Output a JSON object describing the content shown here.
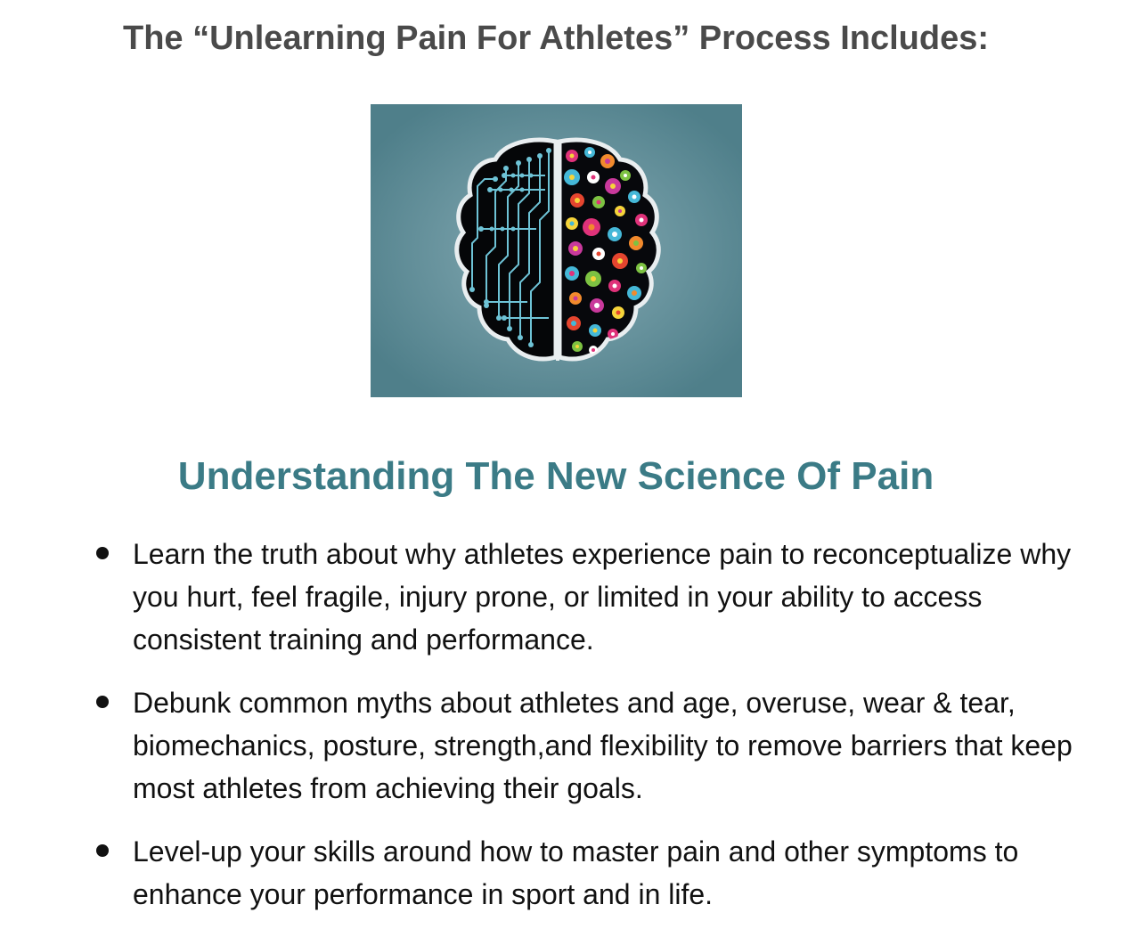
{
  "page": {
    "title": "The “Unlearning Pain For Athletes” Process Includes:"
  },
  "image": {
    "icon": "brain-circuit-flowers-illustration",
    "background_color": "#5b8994",
    "circuit_color": "#6ec3d6",
    "flower_colors": [
      "#e0327a",
      "#f28a2d",
      "#f6d43a",
      "#45b8d8",
      "#7dc242",
      "#c9399c",
      "#e5452f",
      "#ffffff"
    ]
  },
  "section": {
    "heading": "Understanding The New Science Of Pain",
    "heading_color": "#3b7b86",
    "bullets": [
      "Learn the truth about why athletes experience pain to reconceptualize why you hurt, feel fragile, injury prone, or limited in your ability to access consistent training and performance.",
      "Debunk common myths about athletes and age, overuse, wear & tear, biomechanics, posture, strength,and flexibility to remove barriers that keep most athletes from achieving their goals.",
      "Level-up your skills around how to master pain and other symptoms to enhance your performance in sport and in life."
    ]
  }
}
